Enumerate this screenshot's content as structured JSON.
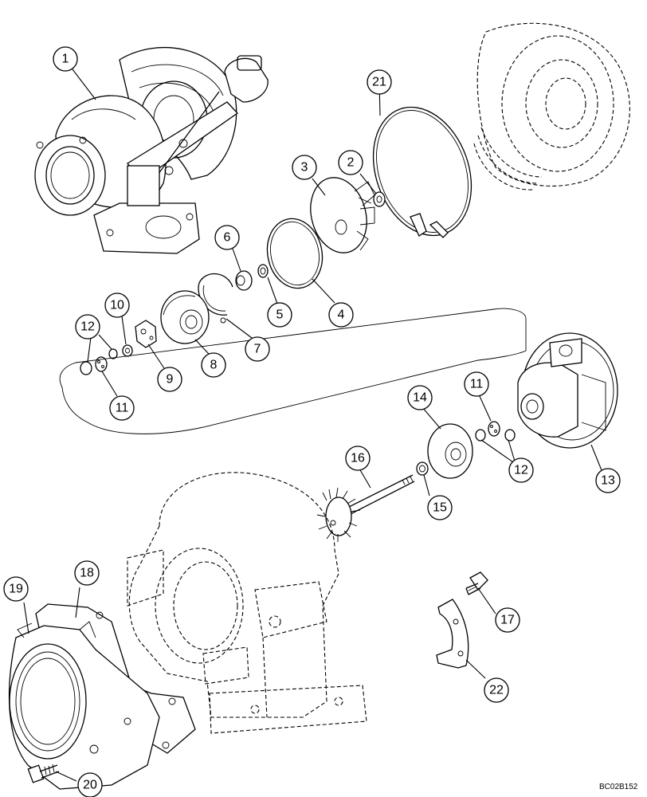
{
  "drawing_code": "BC02B152",
  "callouts": [
    {
      "id": "1",
      "label": "1"
    },
    {
      "id": "2",
      "label": "2"
    },
    {
      "id": "3",
      "label": "3"
    },
    {
      "id": "4",
      "label": "4"
    },
    {
      "id": "5",
      "label": "5"
    },
    {
      "id": "6",
      "label": "6"
    },
    {
      "id": "7",
      "label": "7"
    },
    {
      "id": "8",
      "label": "8"
    },
    {
      "id": "9",
      "label": "9"
    },
    {
      "id": "10",
      "label": "10"
    },
    {
      "id": "11a",
      "label": "11"
    },
    {
      "id": "11b",
      "label": "11"
    },
    {
      "id": "12a",
      "label": "12"
    },
    {
      "id": "12b",
      "label": "12"
    },
    {
      "id": "13",
      "label": "13"
    },
    {
      "id": "14",
      "label": "14"
    },
    {
      "id": "15",
      "label": "15"
    },
    {
      "id": "16",
      "label": "16"
    },
    {
      "id": "17",
      "label": "17"
    },
    {
      "id": "18",
      "label": "18"
    },
    {
      "id": "19",
      "label": "19"
    },
    {
      "id": "20",
      "label": "20"
    },
    {
      "id": "21",
      "label": "21"
    },
    {
      "id": "22",
      "label": "22"
    }
  ]
}
